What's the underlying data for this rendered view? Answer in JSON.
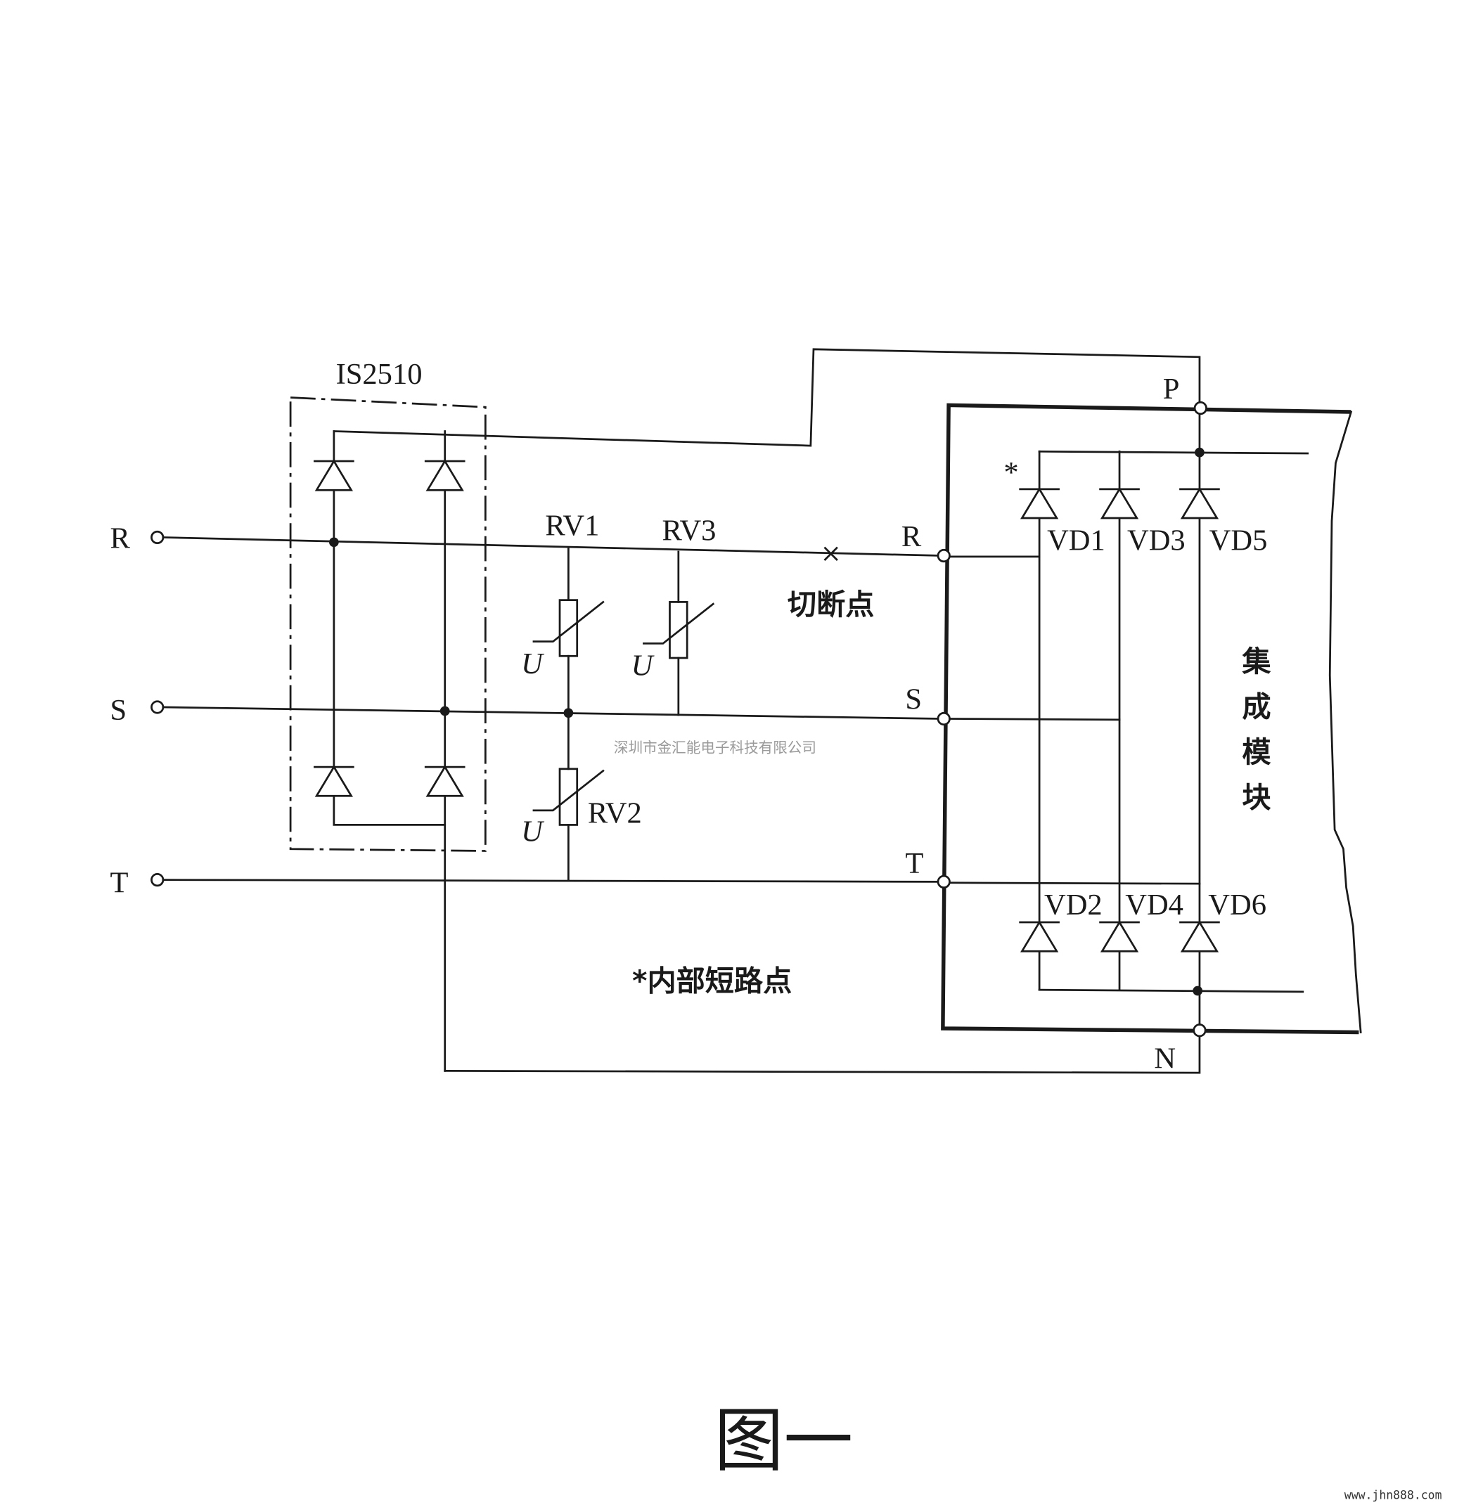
{
  "terminals": {
    "left_r": "R",
    "left_s": "S",
    "left_t": "T",
    "mod_r": "R",
    "mod_s": "S",
    "mod_t": "T",
    "p": "P",
    "n": "N"
  },
  "bridge_label": "IS2510",
  "varistors": {
    "rv1": "RV1",
    "rv2": "RV2",
    "rv3": "RV3",
    "u_symbol": "U"
  },
  "diodes": {
    "vd1": "VD1",
    "vd3": "VD3",
    "vd5": "VD5",
    "vd2": "VD2",
    "vd4": "VD4",
    "vd6": "VD6",
    "star": "*"
  },
  "cut_point": "切断点",
  "short_point": "*内部短路点",
  "module_label": [
    "集",
    "成",
    "模",
    "块"
  ],
  "watermark": "深圳市金汇能电子科技有限公司",
  "caption": "图一",
  "url": "www.jhn888.com"
}
